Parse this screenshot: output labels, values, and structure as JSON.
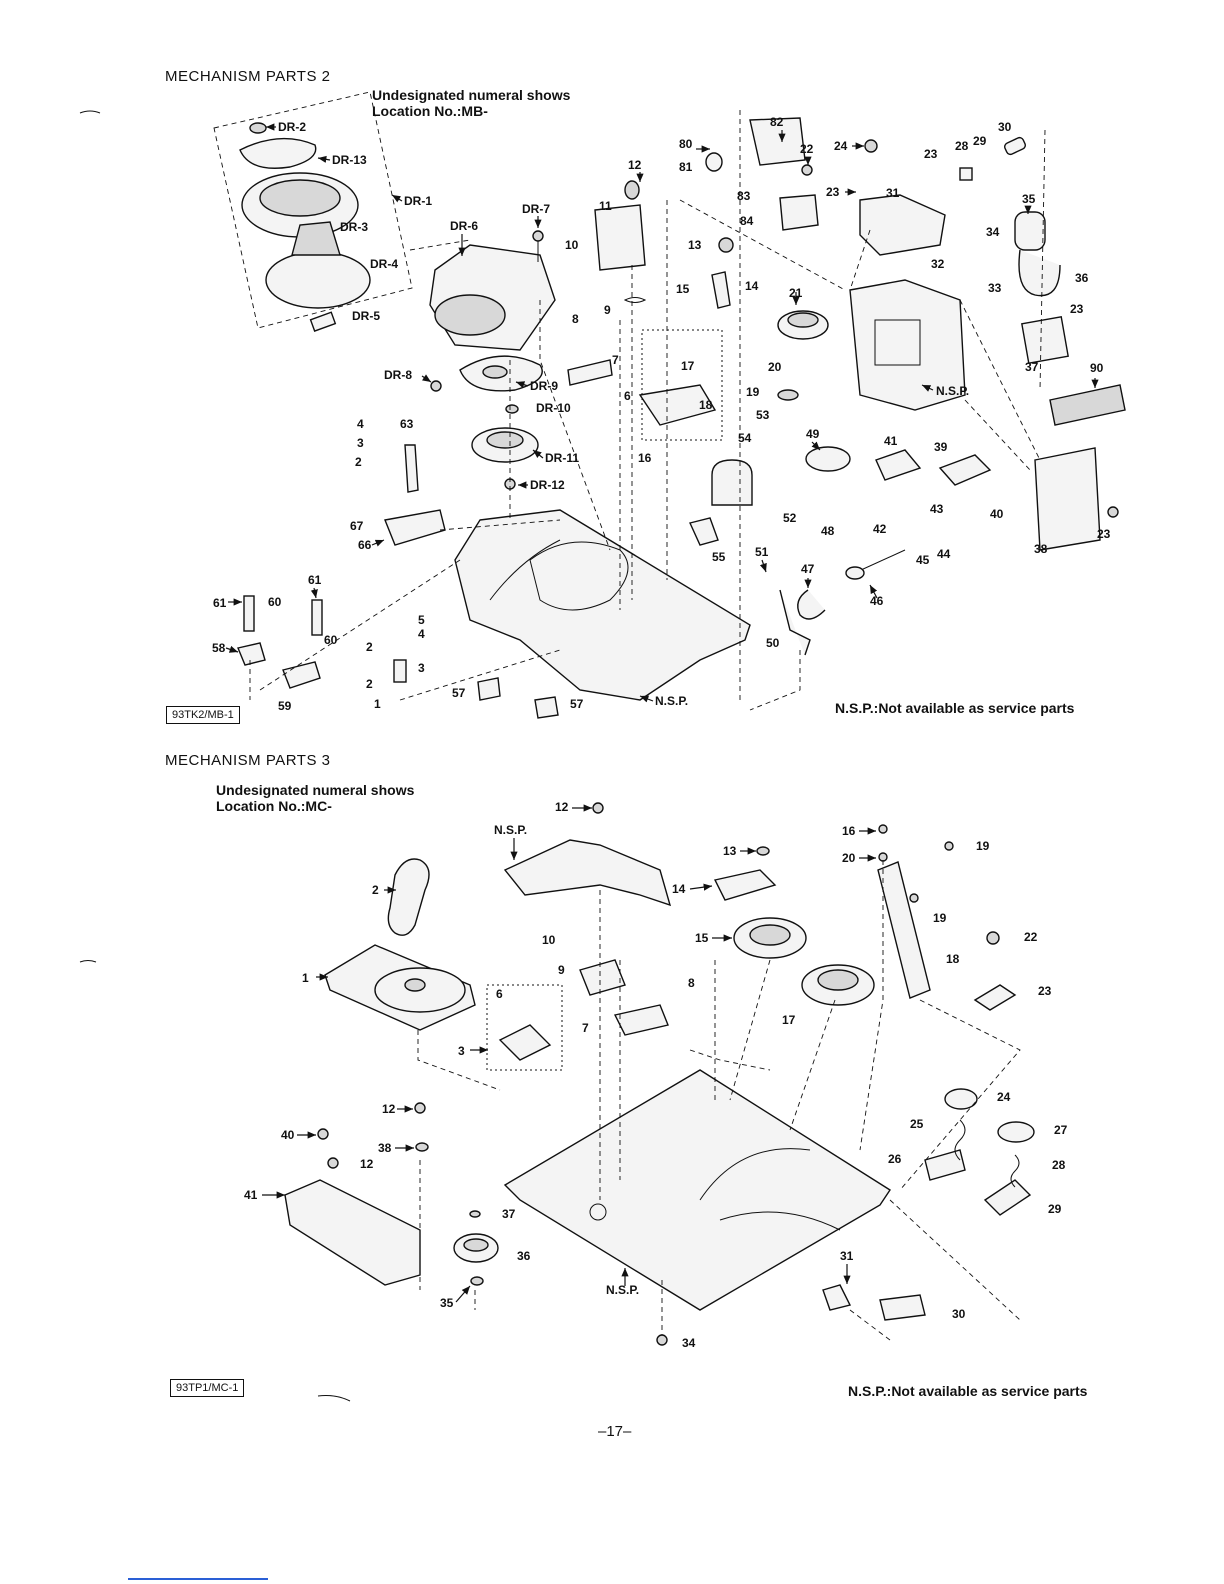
{
  "section2": {
    "title": "MECHANISM PARTS 2",
    "note_line1": "Undesignated numeral shows",
    "note_line2": "Location  No.:MB-",
    "code": "93TK2/MB-1",
    "nsp_note": "N.S.P.:Not available as service parts"
  },
  "section3": {
    "title": "MECHANISM PARTS 3",
    "note_line1": "Undesignated numeral shows",
    "note_line2": "Location  No.:MC-",
    "code": "93TP1/MC-1",
    "nsp_note": "N.S.P.:Not available as service parts"
  },
  "page_number": "–17–",
  "labels2": {
    "dr2": "DR-2",
    "dr13": "DR-13",
    "dr1": "DR-1",
    "dr3": "DR-3",
    "dr4": "DR-4",
    "dr5": "DR-5",
    "dr6": "DR-6",
    "dr7": "DR-7",
    "dr8": "DR-8",
    "dr9": "DR-9",
    "dr10": "DR-10",
    "dr11": "DR-11",
    "dr12": "DR-12",
    "n1": "1",
    "n2": "2",
    "n3": "3",
    "n4": "4",
    "n5": "5",
    "n6": "6",
    "n7": "7",
    "n8": "8",
    "n9": "9",
    "n10": "10",
    "n11": "11",
    "n12": "12",
    "n13": "13",
    "n14": "14",
    "n15": "15",
    "n16": "16",
    "n17": "17",
    "n18": "18",
    "n19": "19",
    "n20": "20",
    "n21": "21",
    "n22": "22",
    "n23": "23",
    "n24": "24",
    "n28": "28",
    "n29": "29",
    "n30": "30",
    "n31": "31",
    "n32": "32",
    "n33": "33",
    "n34": "34",
    "n35": "35",
    "n36": "36",
    "n37": "37",
    "n38": "38",
    "n39": "39",
    "n40": "40",
    "n41": "41",
    "n42": "42",
    "n43": "43",
    "n44": "44",
    "n45": "45",
    "n46": "46",
    "n47": "47",
    "n48": "48",
    "n49": "49",
    "n50": "50",
    "n51": "51",
    "n52": "52",
    "n53": "53",
    "n54": "54",
    "n55": "55",
    "n57": "57",
    "n58": "58",
    "n59": "59",
    "n60": "60",
    "n61": "61",
    "n63": "63",
    "n66": "66",
    "n67": "67",
    "n80": "80",
    "n81": "81",
    "n82": "82",
    "n83": "83",
    "n84": "84",
    "n90": "90",
    "nsp": "N.S.P."
  },
  "labels3": {
    "n1": "1",
    "n2": "2",
    "n3": "3",
    "n6": "6",
    "n7": "7",
    "n8": "8",
    "n9": "9",
    "n10": "10",
    "n12": "12",
    "n13": "13",
    "n14": "14",
    "n15": "15",
    "n16": "16",
    "n17": "17",
    "n18": "18",
    "n19": "19",
    "n20": "20",
    "n22": "22",
    "n23": "23",
    "n24": "24",
    "n25": "25",
    "n26": "26",
    "n27": "27",
    "n28": "28",
    "n29": "29",
    "n30": "30",
    "n31": "31",
    "n34": "34",
    "n35": "35",
    "n36": "36",
    "n37": "37",
    "n38": "38",
    "n40": "40",
    "n41": "41",
    "nsp": "N.S.P."
  }
}
